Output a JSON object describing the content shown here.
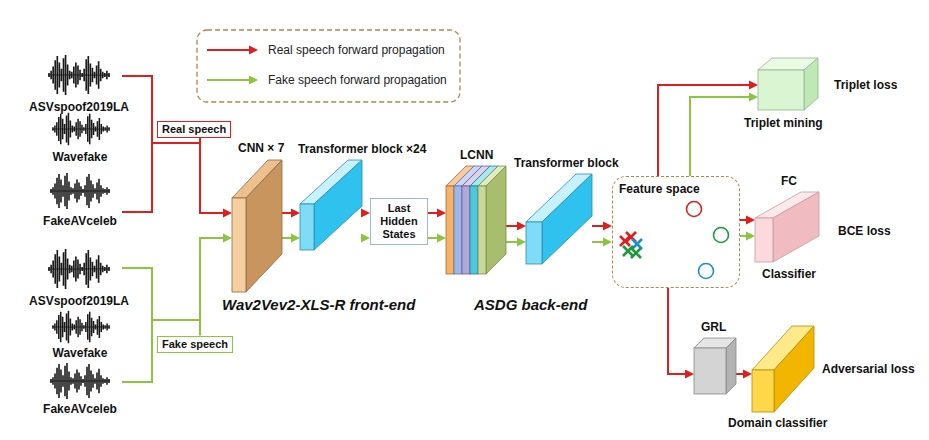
{
  "diagram": {
    "nodes": [
      {
        "text": [
          "Real speech"
        ]
      },
      {
        "text": [
          "Fake speech"
        ]
      },
      {
        "text": [
          "CNN × 7"
        ]
      },
      {
        "text": [
          "Transformer block ×24"
        ]
      },
      {
        "text": [
          "Last Hidden States"
        ]
      },
      {
        "text": [
          "LCNN"
        ]
      },
      {
        "text": [
          "Transformer block"
        ]
      },
      {
        "text": [
          "Feature space"
        ]
      },
      {
        "text": [
          "Triplet mining"
        ]
      },
      {
        "text": [
          "FC",
          "Classifier"
        ]
      },
      {
        "text": [
          "GRL"
        ]
      },
      {
        "text": [
          "Domain classifier"
        ]
      }
    ],
    "edges": [
      {
        "from": 0,
        "to": 2,
        "arrow": "to"
      },
      {
        "from": 1,
        "to": 2,
        "arrow": "to"
      },
      {
        "from": 2,
        "to": 3,
        "arrow": "to"
      },
      {
        "from": 2,
        "to": 3,
        "arrow": "to"
      },
      {
        "from": 3,
        "to": 4,
        "arrow": "to"
      },
      {
        "from": 3,
        "to": 4,
        "arrow": "to"
      },
      {
        "from": 4,
        "to": 5,
        "arrow": "to"
      },
      {
        "from": 4,
        "to": 5,
        "arrow": "to"
      },
      {
        "from": 5,
        "to": 6,
        "arrow": "to"
      },
      {
        "from": 5,
        "to": 6,
        "arrow": "to"
      },
      {
        "from": 6,
        "to": 7,
        "arrow": "to"
      },
      {
        "from": 6,
        "to": 7,
        "arrow": "to"
      },
      {
        "from": 7,
        "to": 8,
        "arrow": "to"
      },
      {
        "from": 7,
        "to": 8,
        "arrow": "to"
      },
      {
        "from": 7,
        "to": 9,
        "arrow": "to"
      },
      {
        "from": 7,
        "to": 9,
        "arrow": "to"
      },
      {
        "from": 7,
        "to": 10,
        "arrow": "to"
      },
      {
        "from": 10,
        "to": 11,
        "arrow": "to"
      }
    ],
    "labels": [
      "ASVspoof2019LA",
      "Wavefake",
      "FakeAVceleb",
      "ASVspoof2019LA",
      "Wavefake",
      "FakeAVceleb",
      "Wav2Vev2-XLS-R front-end",
      "ASDG back-end",
      "Triplet loss",
      "BCE loss",
      "Adversarial loss"
    ],
    "legend": [
      {
        "text": "Real speech forward propagation"
      },
      {
        "text": "Fake speech forward propagation"
      }
    ]
  }
}
